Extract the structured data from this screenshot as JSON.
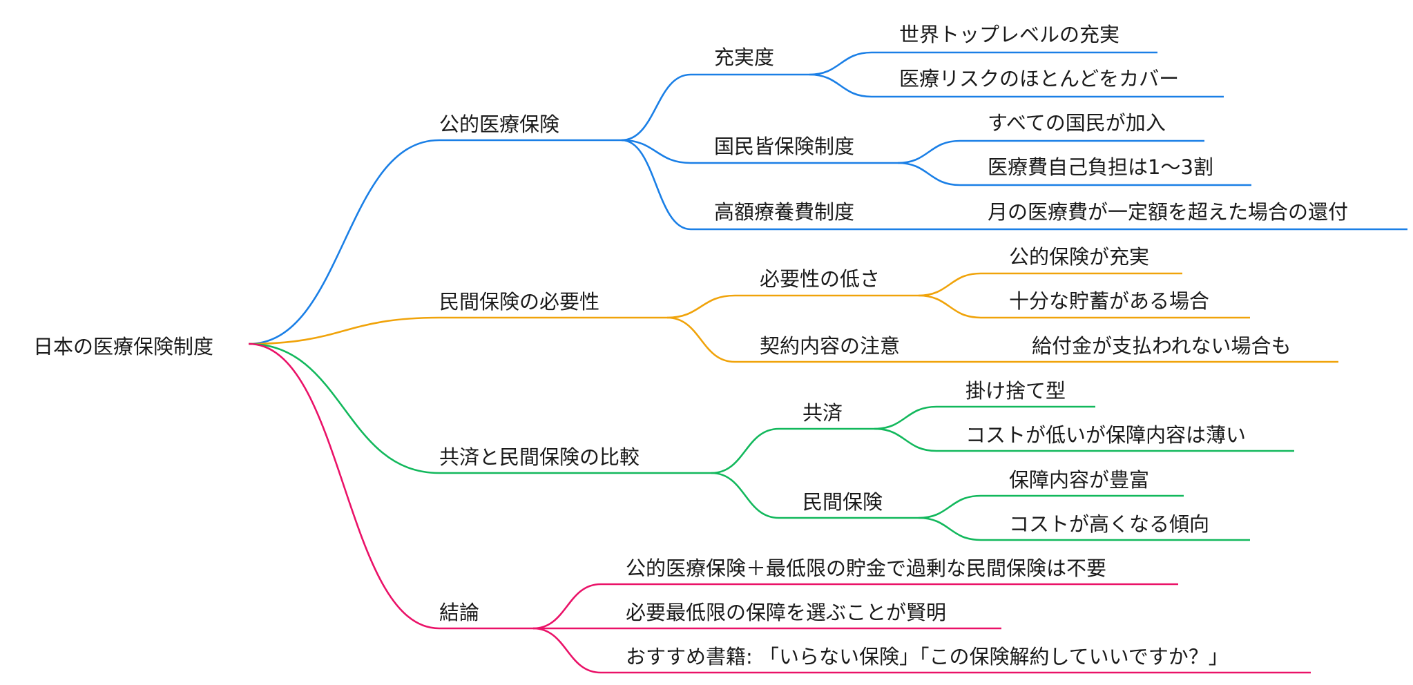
{
  "root": {
    "label": "日本の医療保険制度"
  },
  "branches": [
    {
      "label": "公的医療保険",
      "color": "#1a7fe6",
      "children": [
        {
          "label": "充実度",
          "children": [
            {
              "label": "世界トップレベルの充実"
            },
            {
              "label": "医療リスクのほとんどをカバー"
            }
          ]
        },
        {
          "label": "国民皆保険制度",
          "children": [
            {
              "label": "すべての国民が加入"
            },
            {
              "label": "医療費自己負担は1〜3割"
            }
          ]
        },
        {
          "label": "高額療養費制度",
          "children": [
            {
              "label": "月の医療費が一定額を超えた場合の還付"
            }
          ]
        }
      ]
    },
    {
      "label": "民間保険の必要性",
      "color": "#f0a30a",
      "children": [
        {
          "label": "必要性の低さ",
          "children": [
            {
              "label": "公的保険が充実"
            },
            {
              "label": "十分な貯蓄がある場合"
            }
          ]
        },
        {
          "label": "契約内容の注意",
          "children": [
            {
              "label": "給付金が支払われない場合も"
            }
          ]
        }
      ]
    },
    {
      "label": "共済と民間保険の比較",
      "color": "#12b85c",
      "children": [
        {
          "label": "共済",
          "children": [
            {
              "label": "掛け捨て型"
            },
            {
              "label": "コストが低いが保障内容は薄い"
            }
          ]
        },
        {
          "label": "民間保険",
          "children": [
            {
              "label": "保障内容が豊富"
            },
            {
              "label": "コストが高くなる傾向"
            }
          ]
        }
      ]
    },
    {
      "label": "結論",
      "color": "#ea1268",
      "children": [
        {
          "label": "公的医療保険＋最低限の貯金で過剰な民間保険は不要"
        },
        {
          "label": "必要最低限の保障を選ぶことが賢明"
        },
        {
          "label": "おすすめ書籍: 「いらない保険」「この保険解約していいですか？」"
        }
      ]
    }
  ]
}
